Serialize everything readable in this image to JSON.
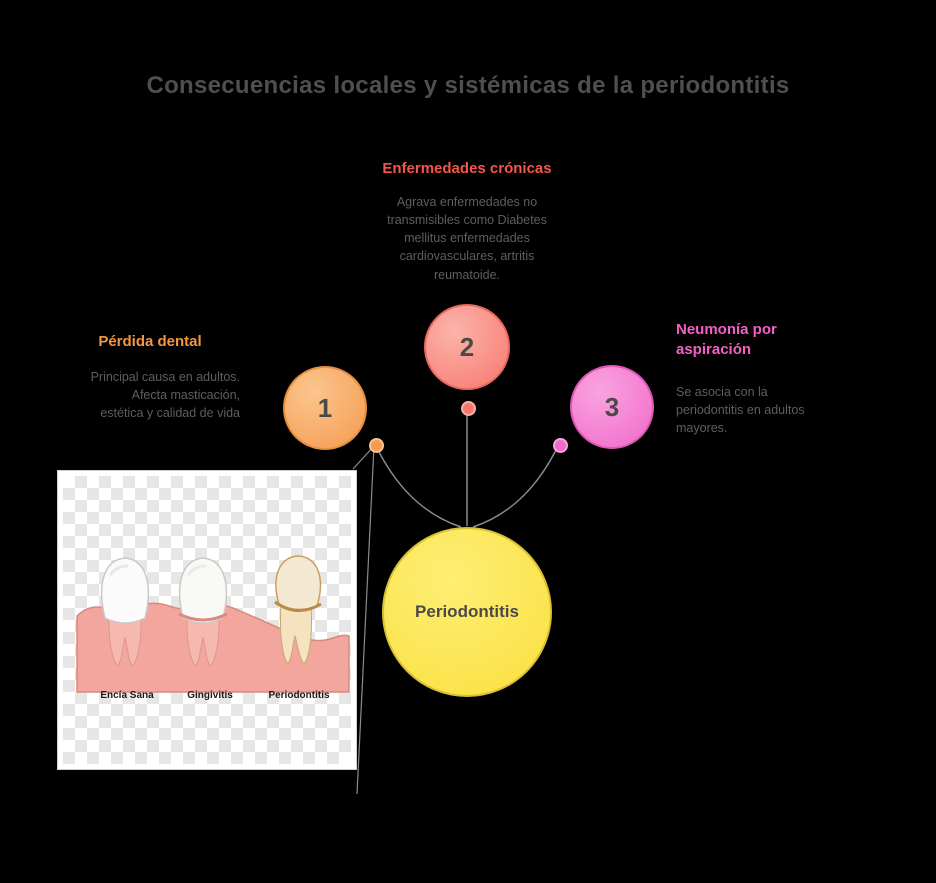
{
  "title": "Consecuencias locales y sistémicas de la periodontitis",
  "diagram": {
    "center_label": "Periodontitis",
    "items": [
      {
        "number": "1",
        "heading": "Pérdida dental",
        "description": "Principal causa en adultos. Afecta masticación, estética y calidad de vida",
        "color": "#f59a4f"
      },
      {
        "number": "2",
        "heading": "Enfermedades crónicas",
        "description": "Agrava enfermedades no transmisibles como Diabetes mellitus enfermedades cardiovasculares, artritis reumatoide.",
        "color": "#f8776e"
      },
      {
        "number": "3",
        "heading": "Neumonía por aspiración",
        "description": "Se asocia con la periodontitis en adultos mayores.",
        "color": "#f06ac8"
      }
    ]
  },
  "image": {
    "stage_labels": [
      "Encía Sana",
      "Gingivitis",
      "Periodontitis"
    ]
  },
  "colors": {
    "background": "#000000",
    "title_text": "#4f4f4f",
    "body_text": "#5e5e5e",
    "heading_orange": "#f5973f",
    "heading_salmon": "#f4564a",
    "heading_pink": "#f55fc6",
    "center_yellow": "#fbdf3f",
    "connector_gray": "#8c8c8c"
  }
}
